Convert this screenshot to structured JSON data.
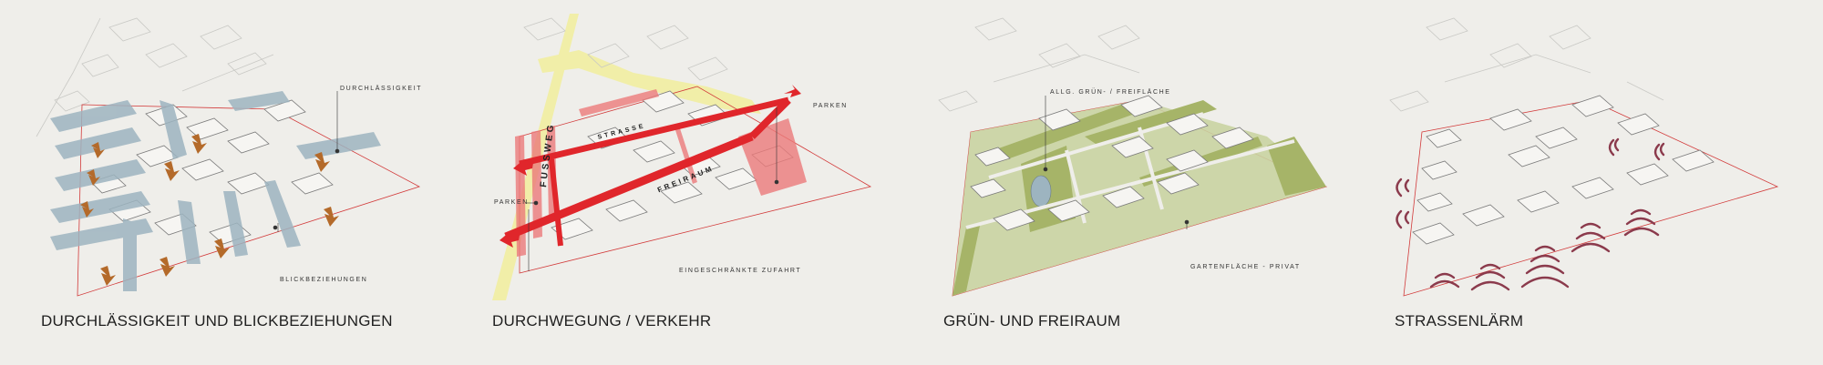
{
  "panels": [
    {
      "title": "DURCHLÄSSIGKEIT UND BLICKBEZIEHUNGEN",
      "labels": {
        "permeability": "DURCHLÄSSIGKEIT",
        "views": "BLICKBEZIEHUNGEN"
      }
    },
    {
      "title": "DURCHWEGUNG / VERKEHR",
      "labels": {
        "parking_right": "PARKEN",
        "parking_left": "PARKEN",
        "restricted": "EINGESCHRÄNKTE ZUFAHRT",
        "footpath": "FUSSWEG",
        "open_space": "FREIRAUM",
        "street": "STRASSE"
      }
    },
    {
      "title": "GRÜN- UND FREIRAUM",
      "labels": {
        "public_green": "ALLG. GRÜN- / FREIFLÄCHE",
        "private_garden": "GARTENFLÄCHE - PRIVAT"
      }
    },
    {
      "title": "STRASSENLÄRM",
      "labels": {}
    }
  ],
  "colors": {
    "background": "#efeeea",
    "sightline": "#9db4c0",
    "arrow": "#b46a2a",
    "traffic": "#e0262b",
    "parking": "#ec7b7b",
    "road_yellow": "#f1eea8",
    "green_dark": "#a6b468",
    "green_light": "#c9d3a2",
    "noise": "#8b3a4c",
    "site_boundary": "#d23a3a"
  }
}
